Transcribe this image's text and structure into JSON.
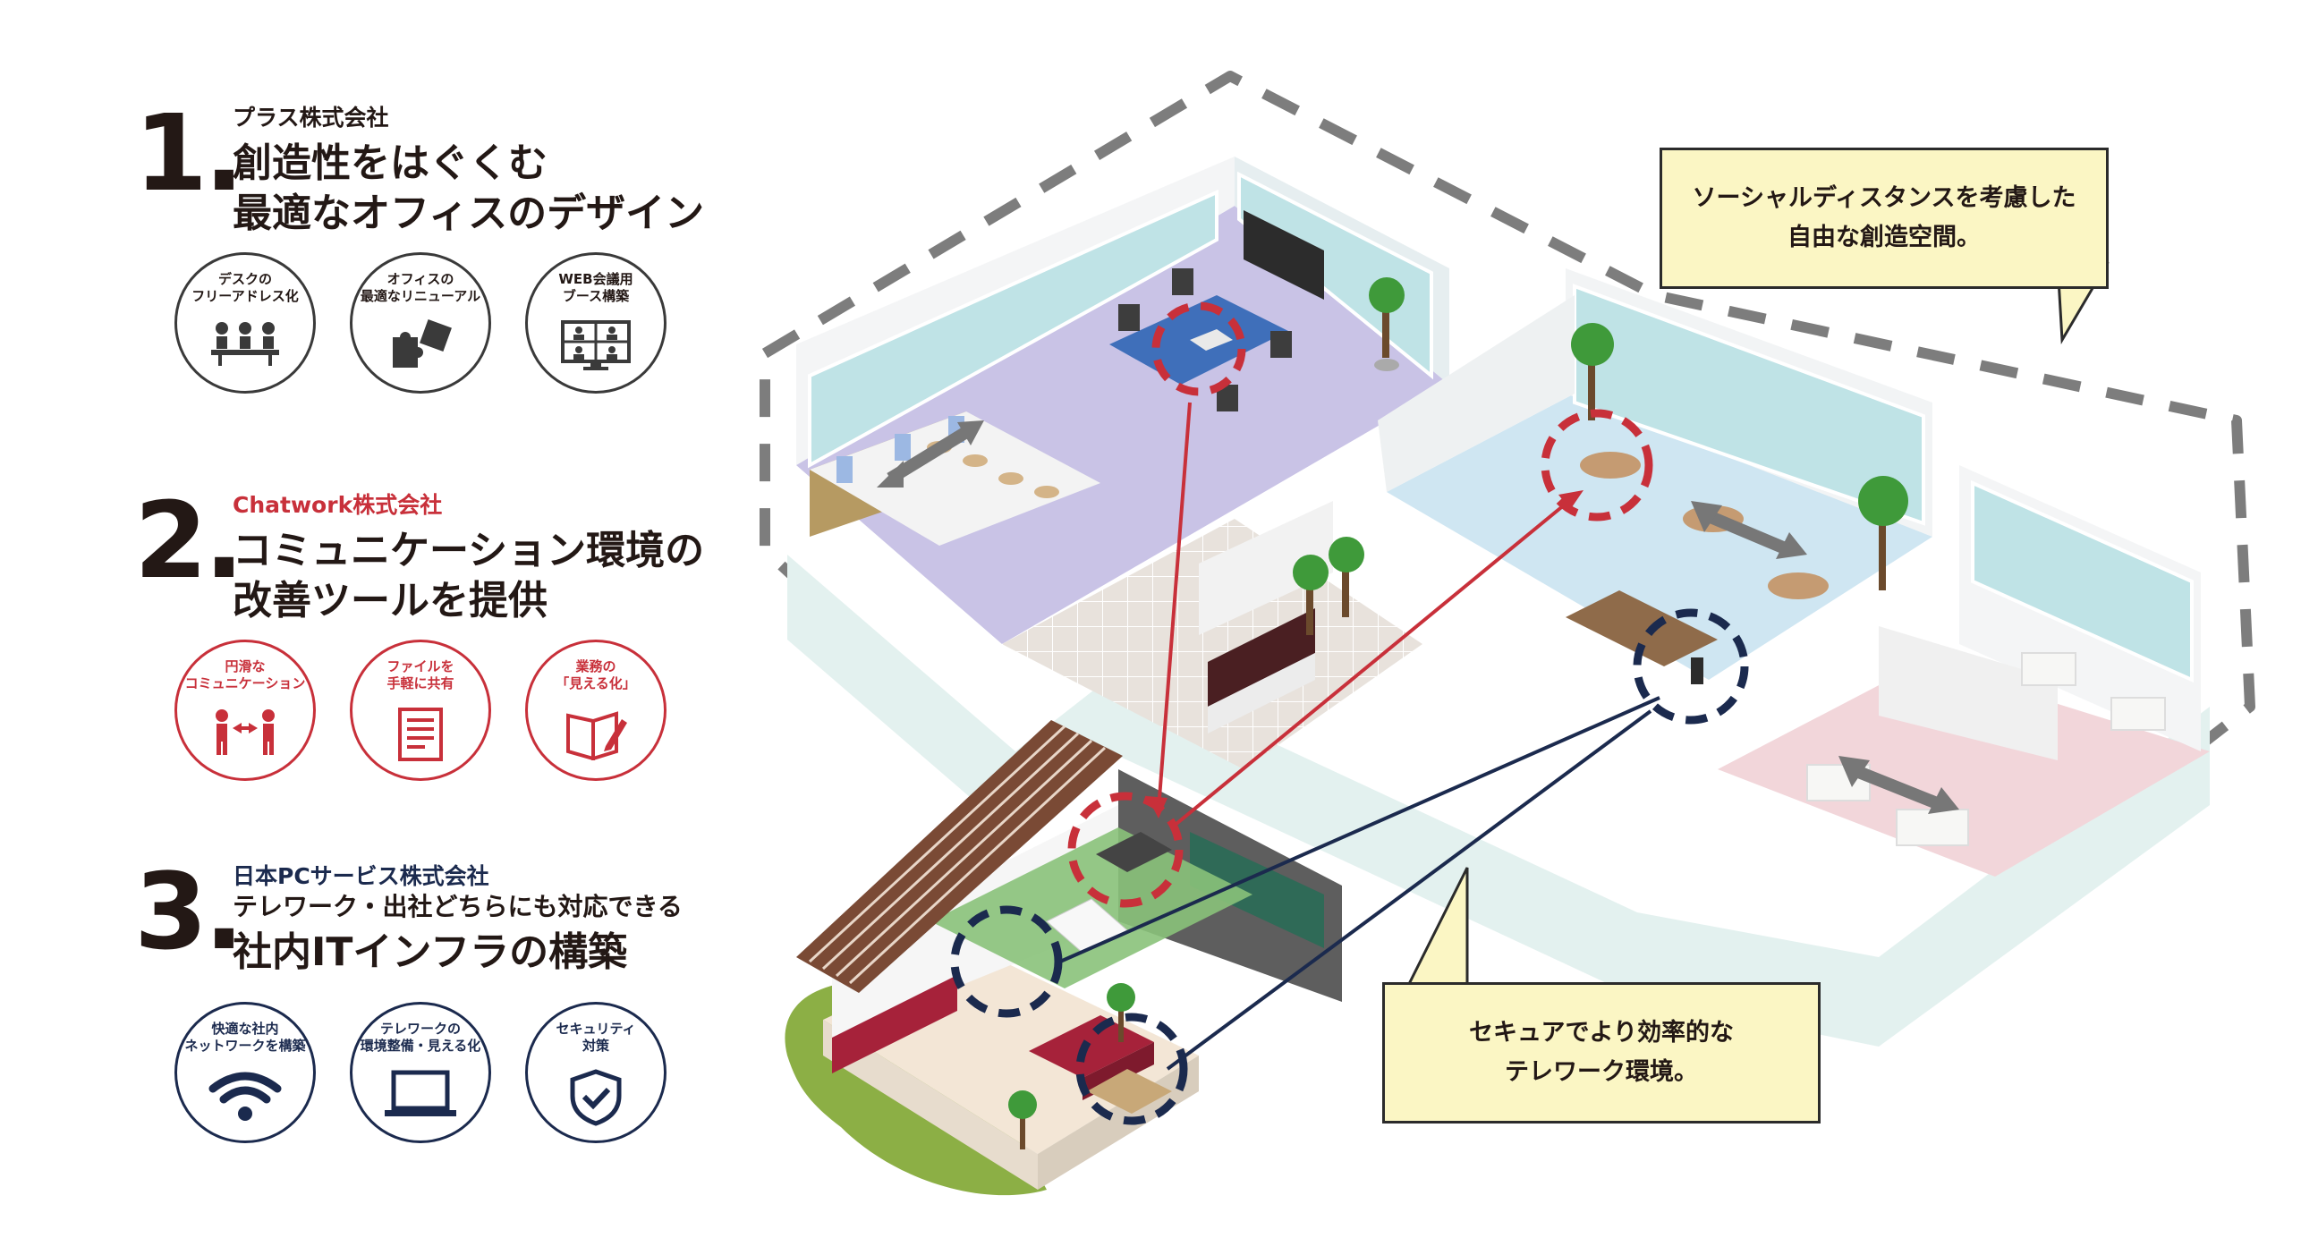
{
  "sections": [
    {
      "number": "1",
      "company": "プラス株式会社",
      "title_line1": "創造性をはぐくむ",
      "title_line2": "最適なオフィスのデザイン",
      "features": [
        {
          "label": "デスクの\nフリーアドレス化",
          "icon": "meeting-table-icon"
        },
        {
          "label": "オフィスの\n最適なリニューアル",
          "icon": "puzzle-icon"
        },
        {
          "label": "WEB会議用\nブース構築",
          "icon": "video-conference-icon"
        }
      ]
    },
    {
      "number": "2",
      "company": "Chatwork株式会社",
      "title_line1": "コミュニケーション環境の",
      "title_line2": "改善ツールを提供",
      "features": [
        {
          "label": "円滑な\nコミュニケーション",
          "icon": "people-exchange-icon"
        },
        {
          "label": "ファイルを\n手軽に共有",
          "icon": "document-icon"
        },
        {
          "label": "業務の\n「見える化」",
          "icon": "notebook-pen-icon"
        }
      ]
    },
    {
      "number": "3",
      "company": "日本PCサービス株式会社",
      "title_line1": "テレワーク・出社どちらにも対応できる",
      "title_line2": "社内ITインフラの構築",
      "features": [
        {
          "label": "快適な社内\nネットワークを構築",
          "icon": "wifi-icon"
        },
        {
          "label": "テレワークの\n環境整備・見える化",
          "icon": "laptop-icon"
        },
        {
          "label": "セキュリティ\n対策",
          "icon": "shield-check-icon"
        }
      ]
    }
  ],
  "callouts": {
    "top_line1": "ソーシャルディスタンスを考慮した",
    "top_line2": "自由な創造空間。",
    "bottom_line1": "セキュアでより効率的な",
    "bottom_line2": "テレワーク環境。"
  },
  "colors": {
    "text": "#231815",
    "accent_red": "#c8303a",
    "accent_navy": "#1b2a4e",
    "callout_bg": "#fbf6c4",
    "floor_lavender": "#c9c3e6",
    "floor_blue": "#cfe6f2",
    "floor_pink": "#f2d6da"
  }
}
